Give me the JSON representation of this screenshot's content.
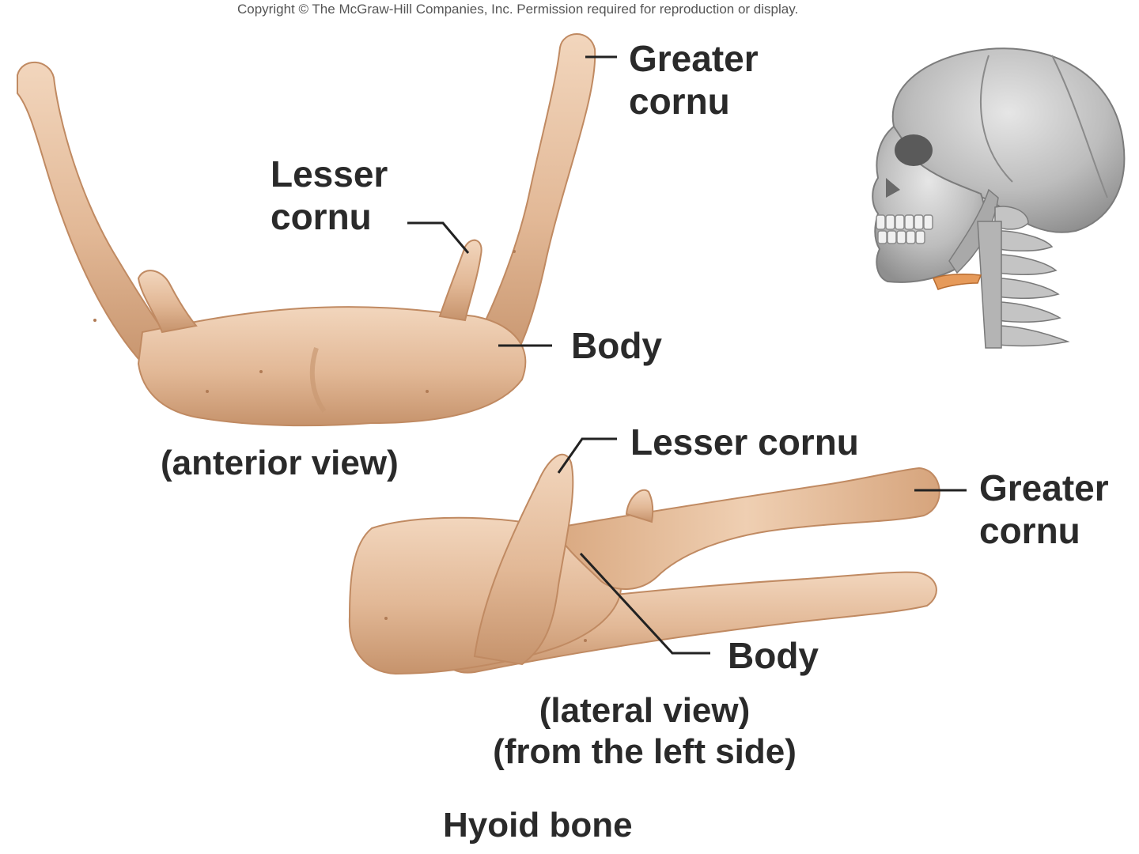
{
  "copyright": "Copyright © The McGraw-Hill Companies, Inc. Permission required for reproduction or display.",
  "anterior": {
    "greater_cornu": [
      "Greater",
      "cornu"
    ],
    "lesser_cornu": [
      "Lesser",
      "cornu"
    ],
    "body": "Body",
    "caption": "(anterior view)"
  },
  "lateral": {
    "lesser_cornu": "Lesser cornu",
    "greater_cornu": [
      "Greater",
      "cornu"
    ],
    "body": "Body",
    "caption": [
      "(lateral view)",
      "(from the left side)"
    ]
  },
  "title": "Hyoid bone",
  "colors": {
    "bone": "#e2b896",
    "bone_shadow": "#c6936c",
    "bone_highlight": "#f2d6bd",
    "skull": "#b9b9b9",
    "skull_shadow": "#8c8c8c",
    "text": "#2a2a2a",
    "leader": "#222222"
  }
}
